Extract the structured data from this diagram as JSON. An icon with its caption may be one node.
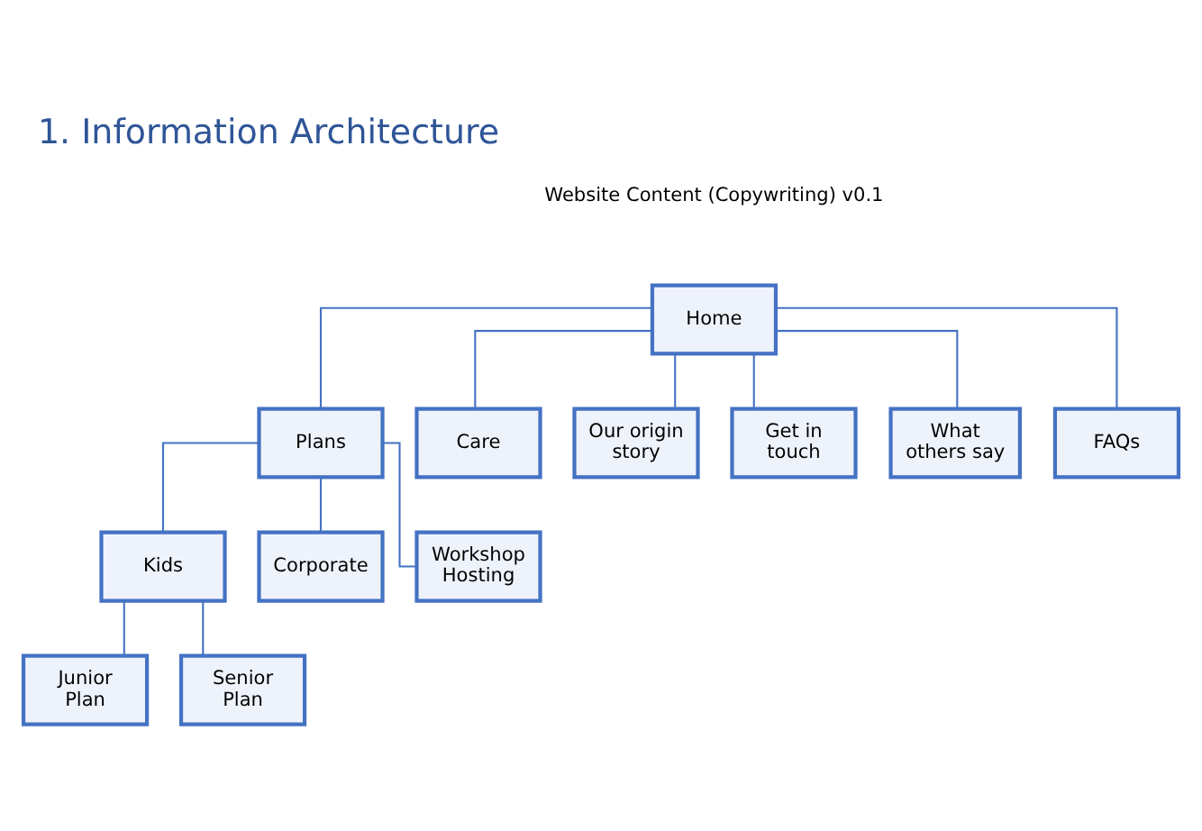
{
  "diagram": {
    "title": "1. Information Architecture",
    "nodes": [
      {
        "text": [
          "Home"
        ]
      },
      {
        "text": [
          "Plans"
        ]
      },
      {
        "text": [
          "Care"
        ]
      },
      {
        "text": [
          "Our origin story"
        ]
      },
      {
        "text": [
          "Get in touch"
        ]
      },
      {
        "text": [
          "What others say"
        ]
      },
      {
        "text": [
          "FAQs"
        ]
      },
      {
        "text": [
          "Kids"
        ]
      },
      {
        "text": [
          "Corporate"
        ]
      },
      {
        "text": [
          "Workshop Hosting"
        ]
      },
      {
        "text": [
          "Junior Plan"
        ]
      },
      {
        "text": [
          "Senior Plan"
        ]
      }
    ],
    "edges": [
      {
        "from": 0,
        "to": 1,
        "arrow": "none"
      },
      {
        "from": 0,
        "to": 2,
        "arrow": "none"
      },
      {
        "from": 0,
        "to": 3,
        "arrow": "none"
      },
      {
        "from": 0,
        "to": 4,
        "arrow": "none"
      },
      {
        "from": 0,
        "to": 5,
        "arrow": "none"
      },
      {
        "from": 0,
        "to": 6,
        "arrow": "none"
      },
      {
        "from": 1,
        "to": 7,
        "arrow": "none"
      },
      {
        "from": 1,
        "to": 8,
        "arrow": "none"
      },
      {
        "from": 1,
        "to": 9,
        "arrow": "none"
      },
      {
        "from": 7,
        "to": 10,
        "arrow": "none"
      },
      {
        "from": 7,
        "to": 11,
        "arrow": "none"
      }
    ],
    "labels": [
      "Website Content (Copywriting) v0.1"
    ]
  }
}
